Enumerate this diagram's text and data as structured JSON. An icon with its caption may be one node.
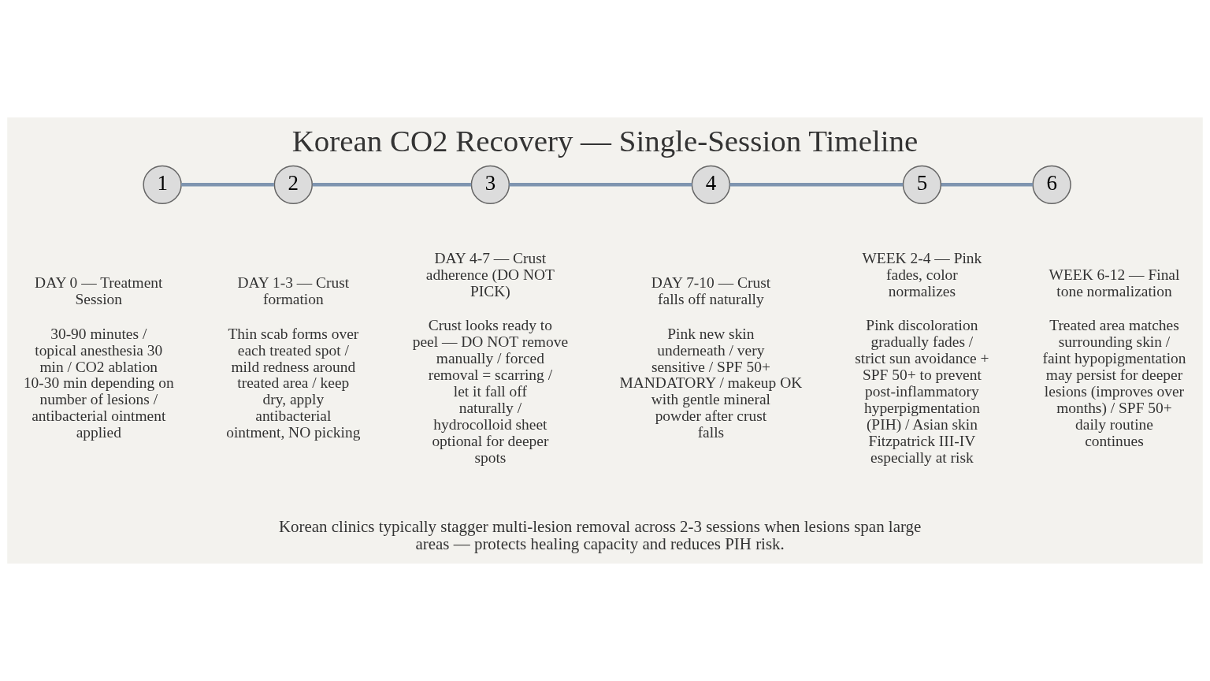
{
  "diagram": {
    "title": "Korean CO2 Recovery — Single-Session Timeline",
    "caption": "Korean clinics typically stagger multi-lesion removal across 2-3 sessions when lesions span large areas — protects healing capacity and reduces PIH risk.",
    "nodes": [
      {
        "text": [
          "1"
        ],
        "beside": [
          "DAY 0 — Treatment Session",
          "30-90 minutes / topical anesthesia 30 min / CO2 ablation 10-30 min depending on number of lesions / antibacterial ointment applied"
        ]
      },
      {
        "text": [
          "2"
        ],
        "beside": [
          "DAY 1-3 — Crust formation",
          "Thin scab forms over each treated spot / mild redness around treated area / keep dry, apply antibacterial ointment, NO picking"
        ]
      },
      {
        "text": [
          "3"
        ],
        "beside": [
          "DAY 4-7 — Crust adherence (DO NOT PICK)",
          "Crust looks ready to peel — DO NOT remove manually / forced removal = scarring / let it fall off naturally / hydrocolloid sheet optional for deeper spots"
        ]
      },
      {
        "text": [
          "4"
        ],
        "beside": [
          "DAY 7-10 — Crust falls off naturally",
          "Pink new skin underneath / very sensitive / SPF 50+ MANDATORY / makeup OK with gentle mineral powder after crust falls"
        ]
      },
      {
        "text": [
          "5"
        ],
        "beside": [
          "WEEK 2-4 — Pink fades, color normalizes",
          "Pink discoloration gradually fades / strict sun avoidance + SPF 50+ to prevent post-inflammatory hyperpigmentation (PIH) / Asian skin Fitzpatrick III-IV especially at risk"
        ]
      },
      {
        "text": [
          "6"
        ],
        "beside": [
          "WEEK 6-12 — Final tone normalization",
          "Treated area matches surrounding skin / faint hypopigmentation may persist for deeper lesions (improves over months) / SPF 50+ daily routine continues"
        ]
      }
    ],
    "edges": [
      {
        "from": 0,
        "to": 1,
        "arrow": "none"
      },
      {
        "from": 1,
        "to": 2,
        "arrow": "none"
      },
      {
        "from": 2,
        "to": 3,
        "arrow": "none"
      },
      {
        "from": 3,
        "to": 4,
        "arrow": "none"
      },
      {
        "from": 4,
        "to": 5,
        "arrow": "none"
      }
    ]
  }
}
